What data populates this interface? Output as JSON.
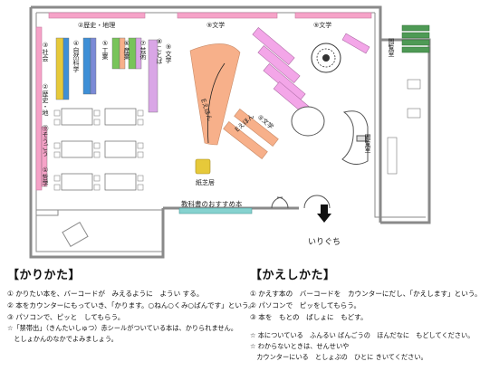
{
  "map": {
    "labels": {
      "history_geo": "②歴史・地理",
      "society": "③社会",
      "natural_science": "④自然科学",
      "industry_ind": "⑤工業",
      "industry": "⑥産業",
      "arts": "⑦芸術",
      "language": "⑧ことば",
      "literature_side": "⑨文学",
      "literature_top_left": "⑨文学",
      "literature_top_right": "⑨文学",
      "literature_center": "⑨文学",
      "history_geo_side": "②歴史・地",
      "general": "⓪そうごう",
      "philosophy": "①哲学",
      "e_books": "Eえほん",
      "e_books_center": "Eえほん",
      "picture_theater": "紙芝居",
      "recommended": "教科書のおすすめ本",
      "reading_room": "閲覧室",
      "counter": "閲覧室",
      "entrance": "いりぐち"
    },
    "colors": {
      "pink": "#f6a3c8",
      "blue": "#3e8fd6",
      "green": "#78c45a",
      "purple": "#d9a6e6",
      "orange": "#f7b08a",
      "yellow": "#e6c93a",
      "teal": "#86d2cf",
      "dark_green": "#4e9a55",
      "wall": "#8a8a8a"
    }
  },
  "borrow": {
    "title": "【かりかた】",
    "steps": [
      "① かりたい本を、バーコードが　みえるように　ようい する。",
      "② 本をカウンターにもっていき、「かります。○ねん○くみ○ばんです」という。",
      "③ パソコンで、ピッと　してもらう。"
    ],
    "note": [
      "☆「禁帯出」（きんたいしゅつ）赤シールがついている本は、かりられません。",
      "　としょかんのなかでよみましょう。"
    ]
  },
  "return": {
    "title": "【かえしかた】",
    "steps": [
      "① かえす本の　バーコードを　カウンターにだし、「かえします」という。",
      "② パソコンで　ピッをしてもらう。",
      "③ 本を　もとの　ばしょに　もどす。"
    ],
    "notes": [
      "☆ 本についている　ふんるい ばんごうの　ほんだなに　もどしてください。",
      "☆ わからないときは、せんせいや",
      "　カウンターにいる　としょぶの　ひとに きいてください。"
    ]
  }
}
